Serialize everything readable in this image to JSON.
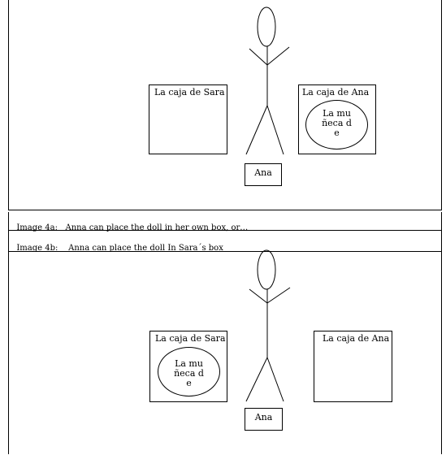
{
  "panel_a": {
    "box_sara": "La caja de Sara",
    "box_ana": "La caja de Ana",
    "doll": "La muñeca de",
    "ana_label": "Ana"
  },
  "captions": {
    "a": "Image 4a:   Anna can place the doll in her own box, or…",
    "b": "Image 4b:    Anna can place the doll In Sara´s box"
  },
  "panel_b": {
    "box_sara": "La caja de Sara",
    "box_ana": "La caja de Ana",
    "doll": "La muñeca de",
    "ana_label": "Ana"
  }
}
